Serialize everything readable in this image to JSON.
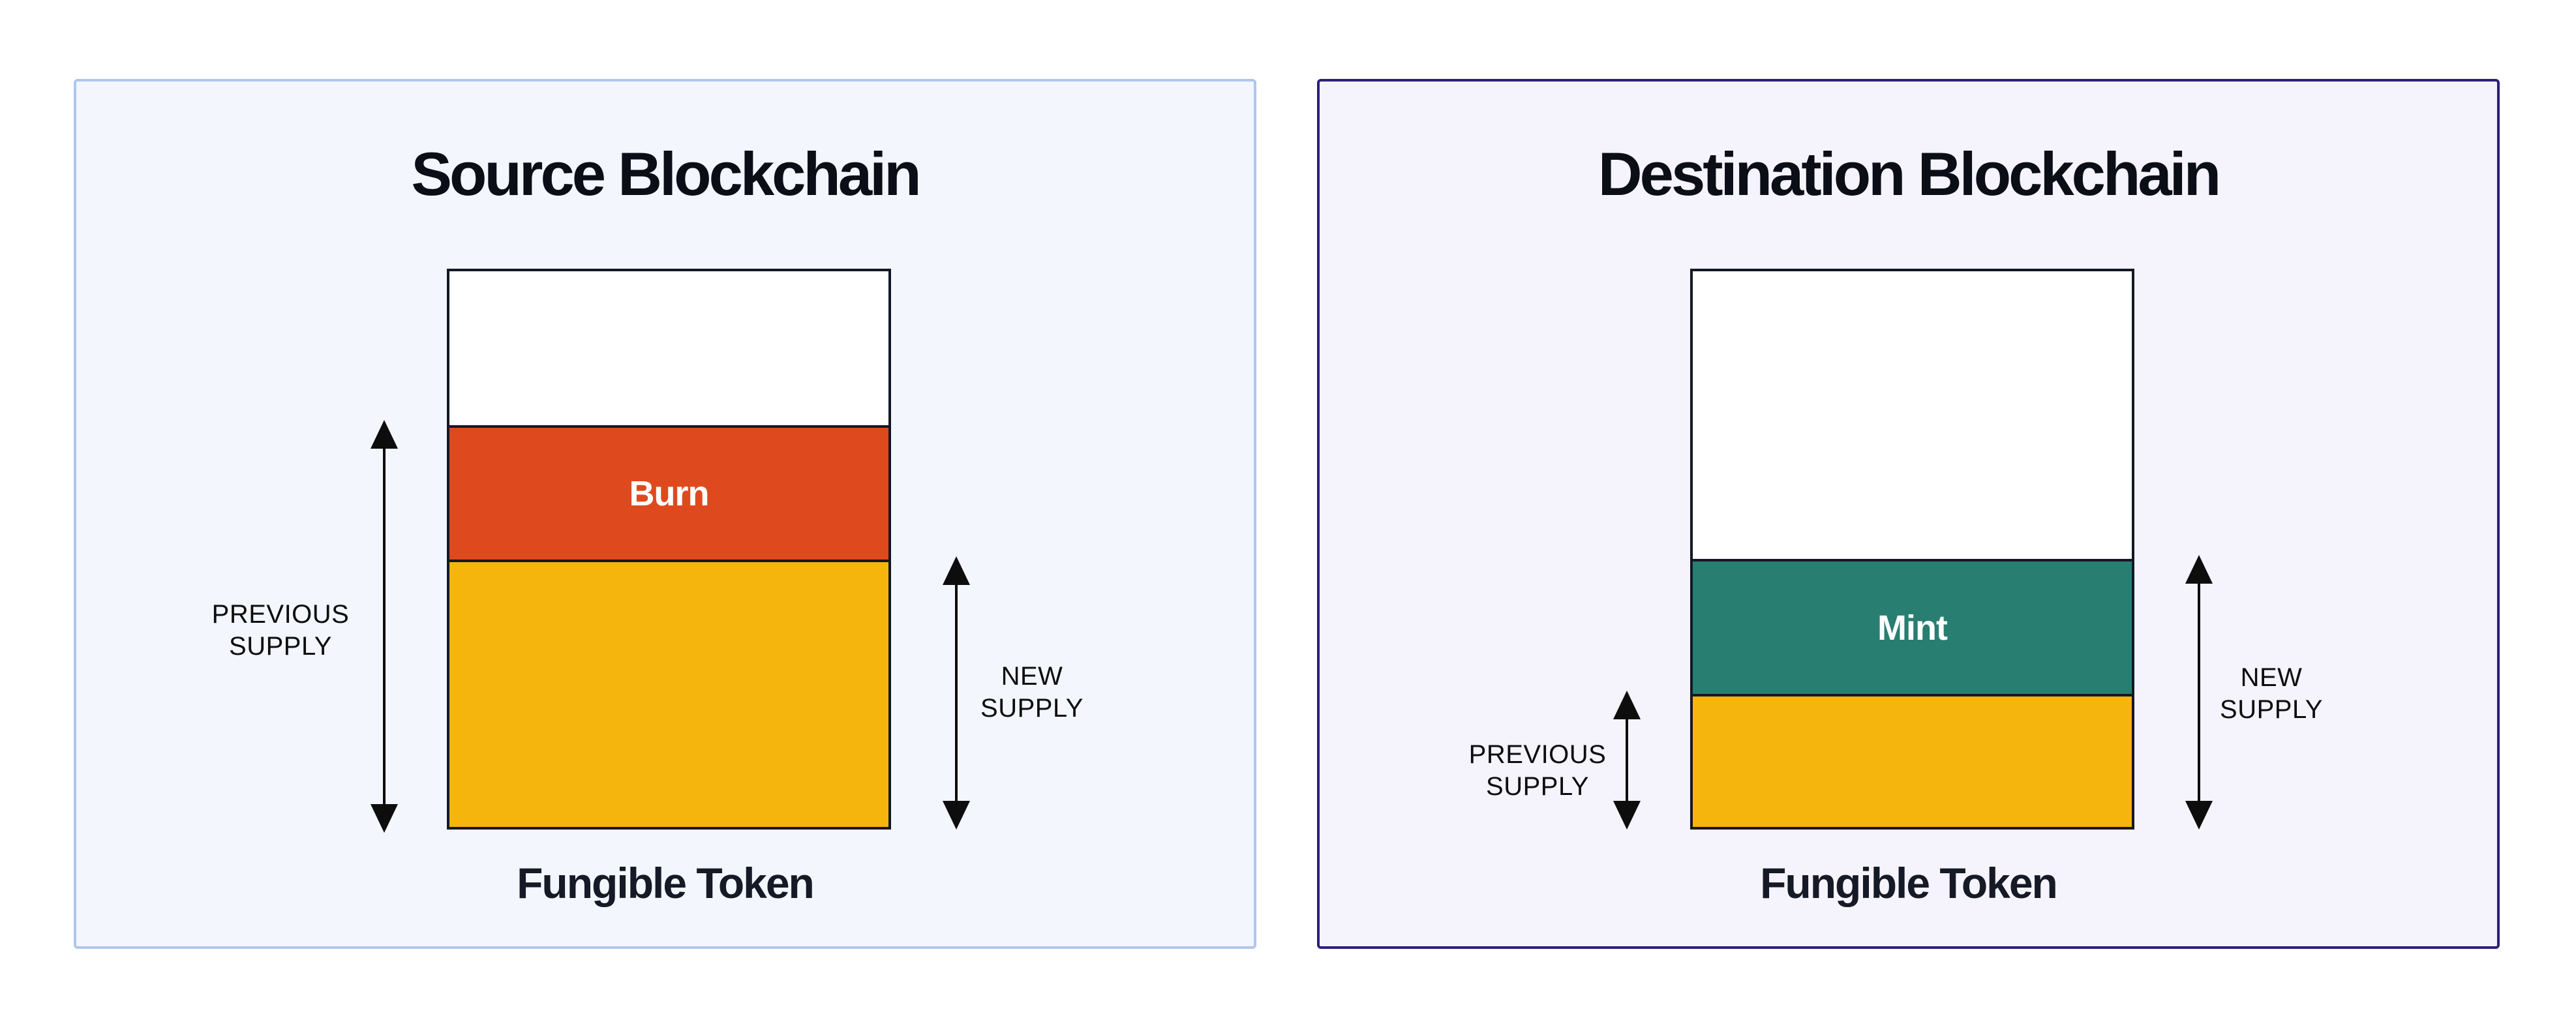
{
  "page": {
    "background": "#FFFFFF"
  },
  "panels": [
    {
      "title": "Source Blockchain",
      "caption": "Fungible Token",
      "theme": {
        "background": "#F3F6FD",
        "border": "#AFC6F1"
      },
      "bar": {
        "border": "#131826",
        "segments": [
          {
            "name": "removed-supply",
            "label": "",
            "color": "#FFFFFF"
          },
          {
            "name": "burn",
            "label": "Burn",
            "color": "#DE4A1E",
            "text_color": "#FFFFFF"
          },
          {
            "name": "remaining-supply",
            "label": "",
            "color": "#F5B50D"
          }
        ]
      },
      "annotations": {
        "previous_supply": {
          "lines": [
            "PREVIOUS",
            "SUPPLY"
          ]
        },
        "new_supply": {
          "lines": [
            "NEW",
            "SUPPLY"
          ]
        }
      }
    },
    {
      "title": "Destination Blockchain",
      "caption": "Fungible Token",
      "theme": {
        "background": "#F5F3FC",
        "border": "#2E2074"
      },
      "bar": {
        "border": "#131826",
        "segments": [
          {
            "name": "unissued-supply",
            "label": "",
            "color": "#FFFFFF"
          },
          {
            "name": "mint",
            "label": "Mint",
            "color": "#287E71",
            "text_color": "#FFFFFF"
          },
          {
            "name": "previous-supply",
            "label": "",
            "color": "#F5B50D"
          }
        ]
      },
      "annotations": {
        "previous_supply": {
          "lines": [
            "PREVIOUS",
            "SUPPLY"
          ]
        },
        "new_supply": {
          "lines": [
            "NEW",
            "SUPPLY"
          ]
        }
      }
    }
  ]
}
